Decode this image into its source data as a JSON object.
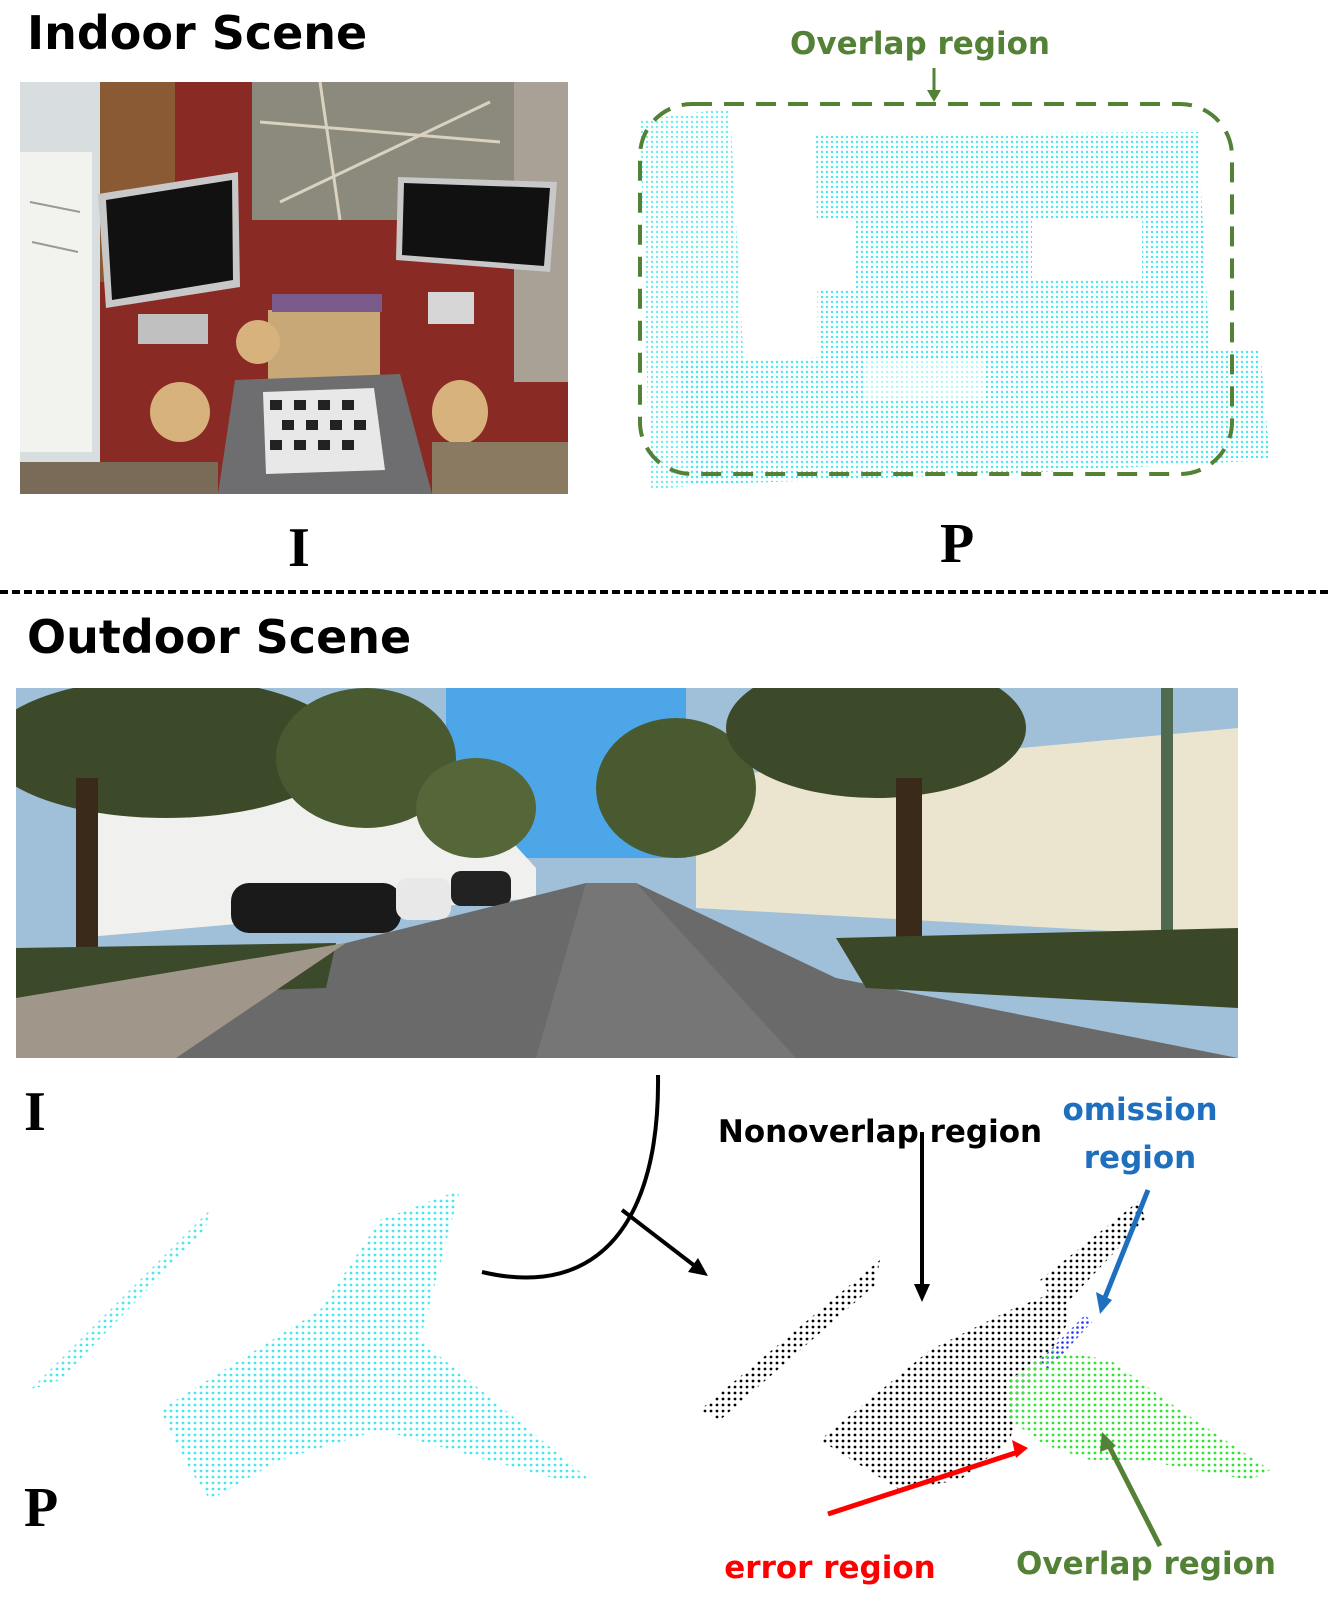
{
  "indoor": {
    "heading": "Indoor Scene",
    "image_label": "I",
    "cloud_label": "P",
    "overlap_label": "Overlap region"
  },
  "outdoor": {
    "heading": "Outdoor Scene",
    "image_label": "I",
    "cloud_label": "P",
    "nonoverlap_label": "Nonoverlap region",
    "omission_label_line1": "omission",
    "omission_label_line2": "region",
    "error_label": "error region",
    "overlap_label": "Overlap region"
  },
  "colors": {
    "overlap_green": "#538135",
    "omission_blue": "#1f6fbf",
    "error_red": "#ff0000",
    "cloud_cyan": "#44e8ee",
    "overlap_points": "#2ee62e",
    "omission_points": "#2233ff",
    "nonoverlap_points": "#000000"
  }
}
